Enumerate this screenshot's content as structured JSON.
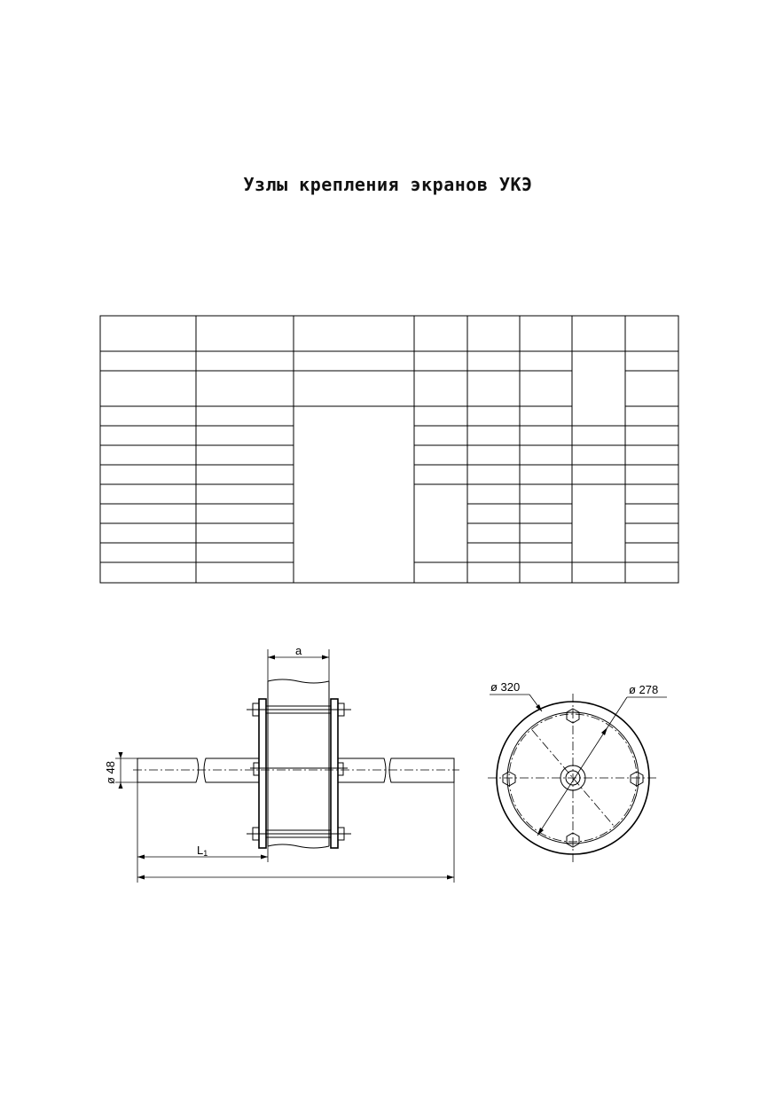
{
  "document": {
    "title": "Узлы крепления экранов УКЭ"
  },
  "drawing": {
    "side_view": {
      "dim_width": "a",
      "dim_diameter": "ø 48",
      "dim_length": "L",
      "dim_length_sub": "1"
    },
    "front_view": {
      "dim_outer": "ø 320",
      "dim_bolt_circle": "ø 278"
    }
  }
}
